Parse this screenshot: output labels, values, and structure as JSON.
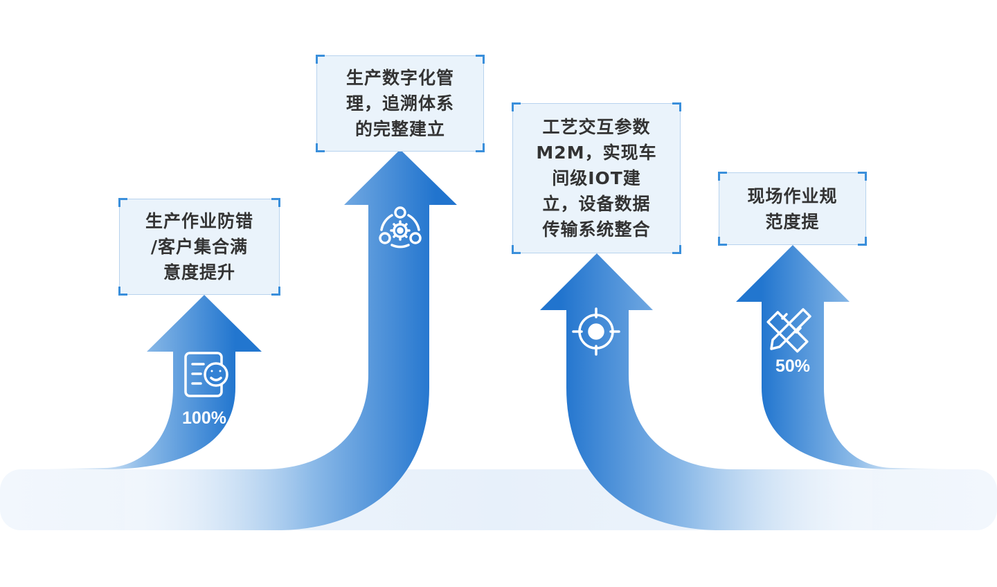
{
  "cards": [
    {
      "text": "生产作业防错\n/客户集合满\n意度提升"
    },
    {
      "text": "生产数字化管\n理，追溯体系\n的完整建立"
    },
    {
      "text": "工艺交互参数\nM2M，实现车\n间级IOT建\n立，设备数据\n传输系统整合"
    },
    {
      "text": "现场作业规\n范度提"
    }
  ],
  "arrows": [
    {
      "icon": "smile-document-icon",
      "percent": "100%"
    },
    {
      "icon": "gear-cycle-icon",
      "percent": ""
    },
    {
      "icon": "target-icon",
      "percent": ""
    },
    {
      "icon": "ruler-pencil-icon",
      "percent": "50%"
    }
  ],
  "colors": {
    "arrow_dark": "#2577d0",
    "arrow_light": "#93bfe8",
    "band": "#e8f1fb",
    "card_bg": "#eaf3fb",
    "card_corner": "#3a8fdb",
    "text": "#333333"
  }
}
